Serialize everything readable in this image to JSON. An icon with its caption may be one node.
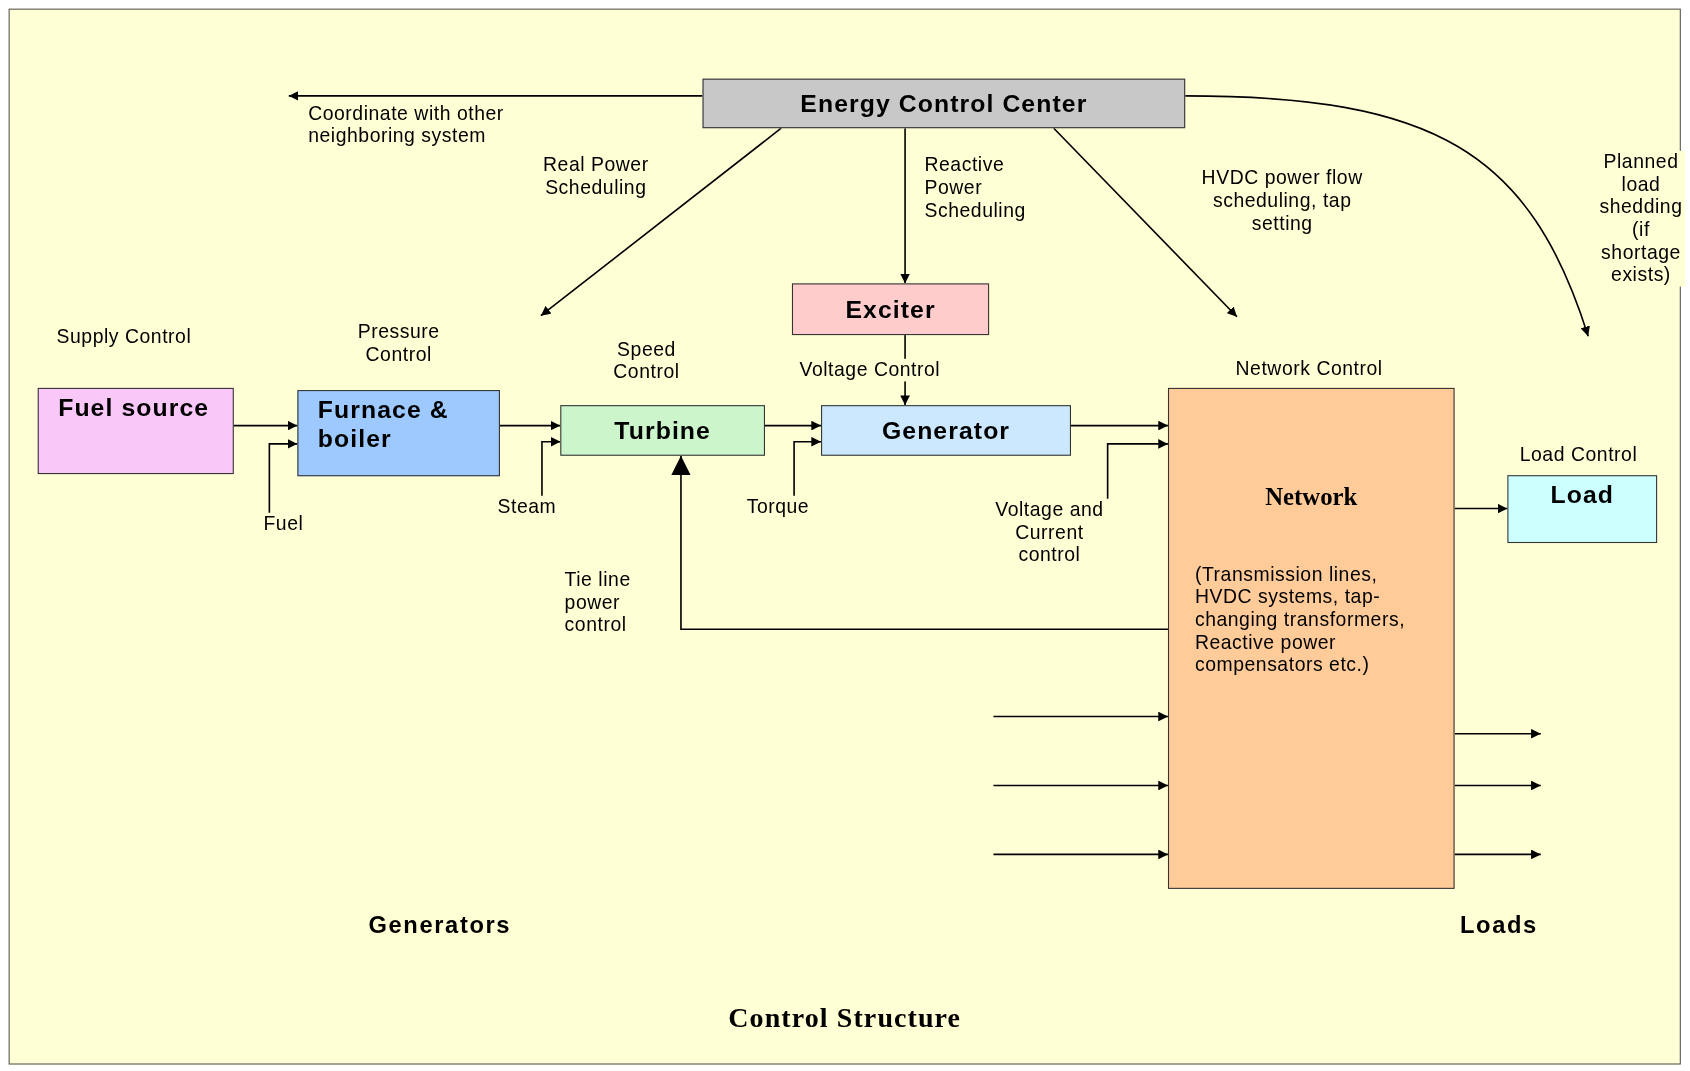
{
  "diagram": {
    "caption": "Control Structure",
    "nodes": [
      {
        "text": [
          "Energy Control Center"
        ]
      },
      {
        "text": [
          "Exciter"
        ]
      },
      {
        "text": [
          "Fuel source"
        ],
        "beside": [
          "Supply Control"
        ]
      },
      {
        "text": [
          "Furnace & boiler"
        ],
        "beside": [
          "Pressure Control"
        ]
      },
      {
        "text": [
          "Turbine"
        ],
        "beside": [
          "Speed Control"
        ]
      },
      {
        "text": [
          "Generator"
        ]
      },
      {
        "text": [
          "Network",
          "(Transmission lines, HVDC systems, tap-changing transformers, Reactive power compensators etc.)"
        ],
        "beside": [
          "Network Control"
        ]
      },
      {
        "text": [
          "Load"
        ],
        "beside": [
          "Load Control"
        ]
      },
      {
        "text": [
          "Fuel"
        ]
      },
      {
        "text": [
          "Steam"
        ]
      },
      {
        "text": [
          "Torque"
        ]
      },
      {
        "text": [
          "Voltage and Current control"
        ]
      }
    ],
    "edges": [
      {
        "from": 0,
        "to": null,
        "arrow": "to",
        "label": "Coordinate with other neighboring system"
      },
      {
        "from": 0,
        "to": null,
        "arrow": "to",
        "label": "Real Power Scheduling"
      },
      {
        "from": 0,
        "to": 1,
        "arrow": "to",
        "label": "Reactive Power Scheduling"
      },
      {
        "from": 0,
        "to": null,
        "arrow": "to",
        "label": "HVDC power flow scheduling, tap setting"
      },
      {
        "from": 0,
        "to": null,
        "arrow": "to",
        "label": "Planned load shedding (if shortage exists)"
      },
      {
        "from": 1,
        "to": 5,
        "arrow": "to",
        "label": "Voltage Control"
      },
      {
        "from": 2,
        "to": 3,
        "arrow": "to"
      },
      {
        "from": 3,
        "to": 4,
        "arrow": "to"
      },
      {
        "from": 4,
        "to": 5,
        "arrow": "to"
      },
      {
        "from": 5,
        "to": 6,
        "arrow": "to"
      },
      {
        "from": 6,
        "to": 7,
        "arrow": "to"
      },
      {
        "from": 6,
        "to": 4,
        "arrow": "to",
        "label": "Tie line power control"
      },
      {
        "from": null,
        "to": 6,
        "arrow": "to"
      },
      {
        "from": null,
        "to": 6,
        "arrow": "to"
      },
      {
        "from": null,
        "to": 6,
        "arrow": "to"
      },
      {
        "from": 6,
        "to": null,
        "arrow": "to"
      },
      {
        "from": 6,
        "to": null,
        "arrow": "to"
      },
      {
        "from": 6,
        "to": null,
        "arrow": "to"
      },
      {
        "from": 8,
        "to": 3,
        "arrow": "to"
      },
      {
        "from": 9,
        "to": 4,
        "arrow": "to"
      },
      {
        "from": 10,
        "to": 5,
        "arrow": "to"
      },
      {
        "from": 11,
        "to": 6,
        "arrow": "to"
      }
    ],
    "labels": [
      "Generators",
      "Loads"
    ]
  }
}
